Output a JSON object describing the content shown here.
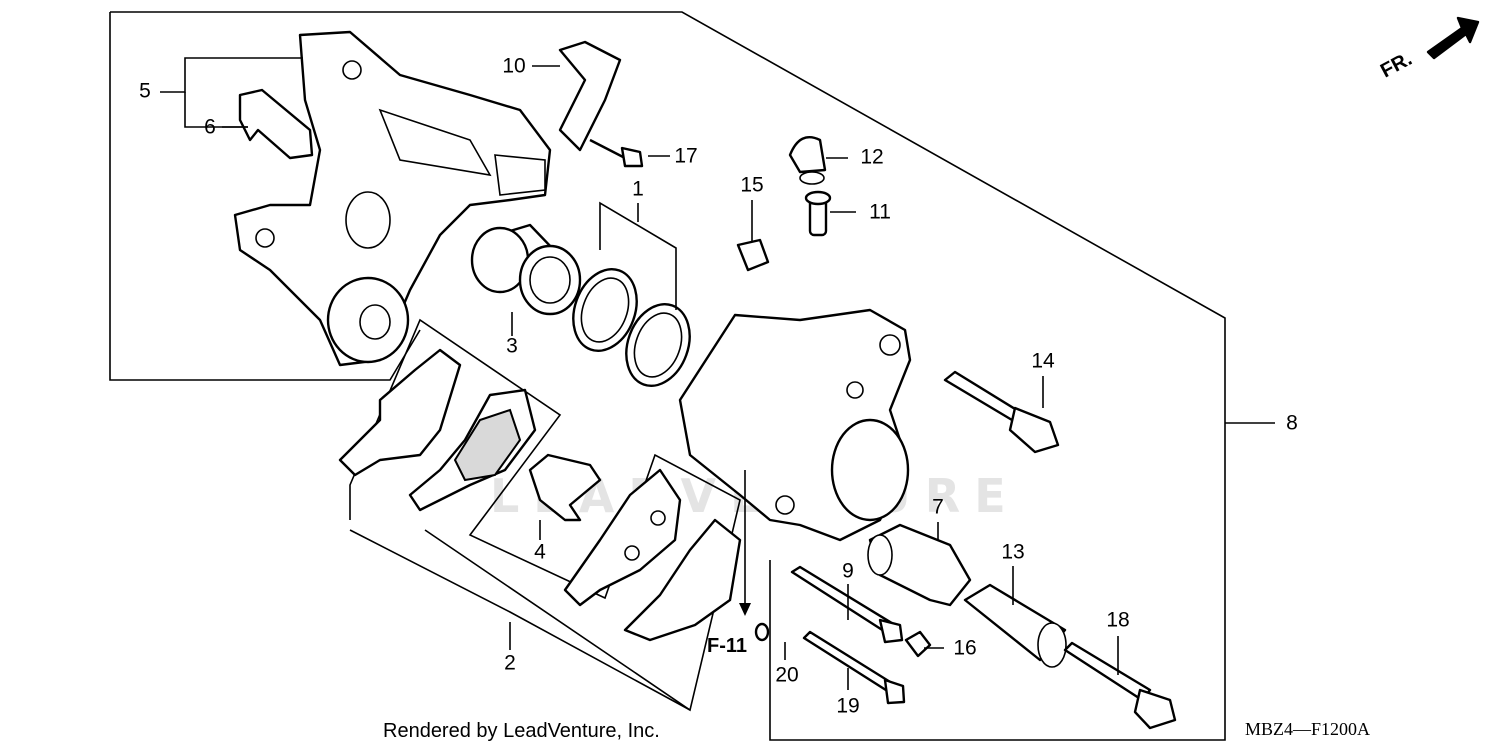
{
  "callouts": [
    {
      "id": "1",
      "label": "1"
    },
    {
      "id": "2",
      "label": "2"
    },
    {
      "id": "3",
      "label": "3"
    },
    {
      "id": "4",
      "label": "4"
    },
    {
      "id": "5",
      "label": "5"
    },
    {
      "id": "6",
      "label": "6"
    },
    {
      "id": "7",
      "label": "7"
    },
    {
      "id": "8",
      "label": "8"
    },
    {
      "id": "9",
      "label": "9"
    },
    {
      "id": "10",
      "label": "10"
    },
    {
      "id": "11",
      "label": "11"
    },
    {
      "id": "12",
      "label": "12"
    },
    {
      "id": "13",
      "label": "13"
    },
    {
      "id": "14",
      "label": "14"
    },
    {
      "id": "15",
      "label": "15"
    },
    {
      "id": "16",
      "label": "16"
    },
    {
      "id": "17",
      "label": "17"
    },
    {
      "id": "18",
      "label": "18"
    },
    {
      "id": "19",
      "label": "19"
    },
    {
      "id": "20",
      "label": "20"
    }
  ],
  "reference_label": "F-11",
  "direction_label": "FR.",
  "watermark_text": "LEADVENTURE",
  "footer_credit": "Rendered by LeadVenture, Inc.",
  "diagram_code": "MBZ4—F1200A"
}
